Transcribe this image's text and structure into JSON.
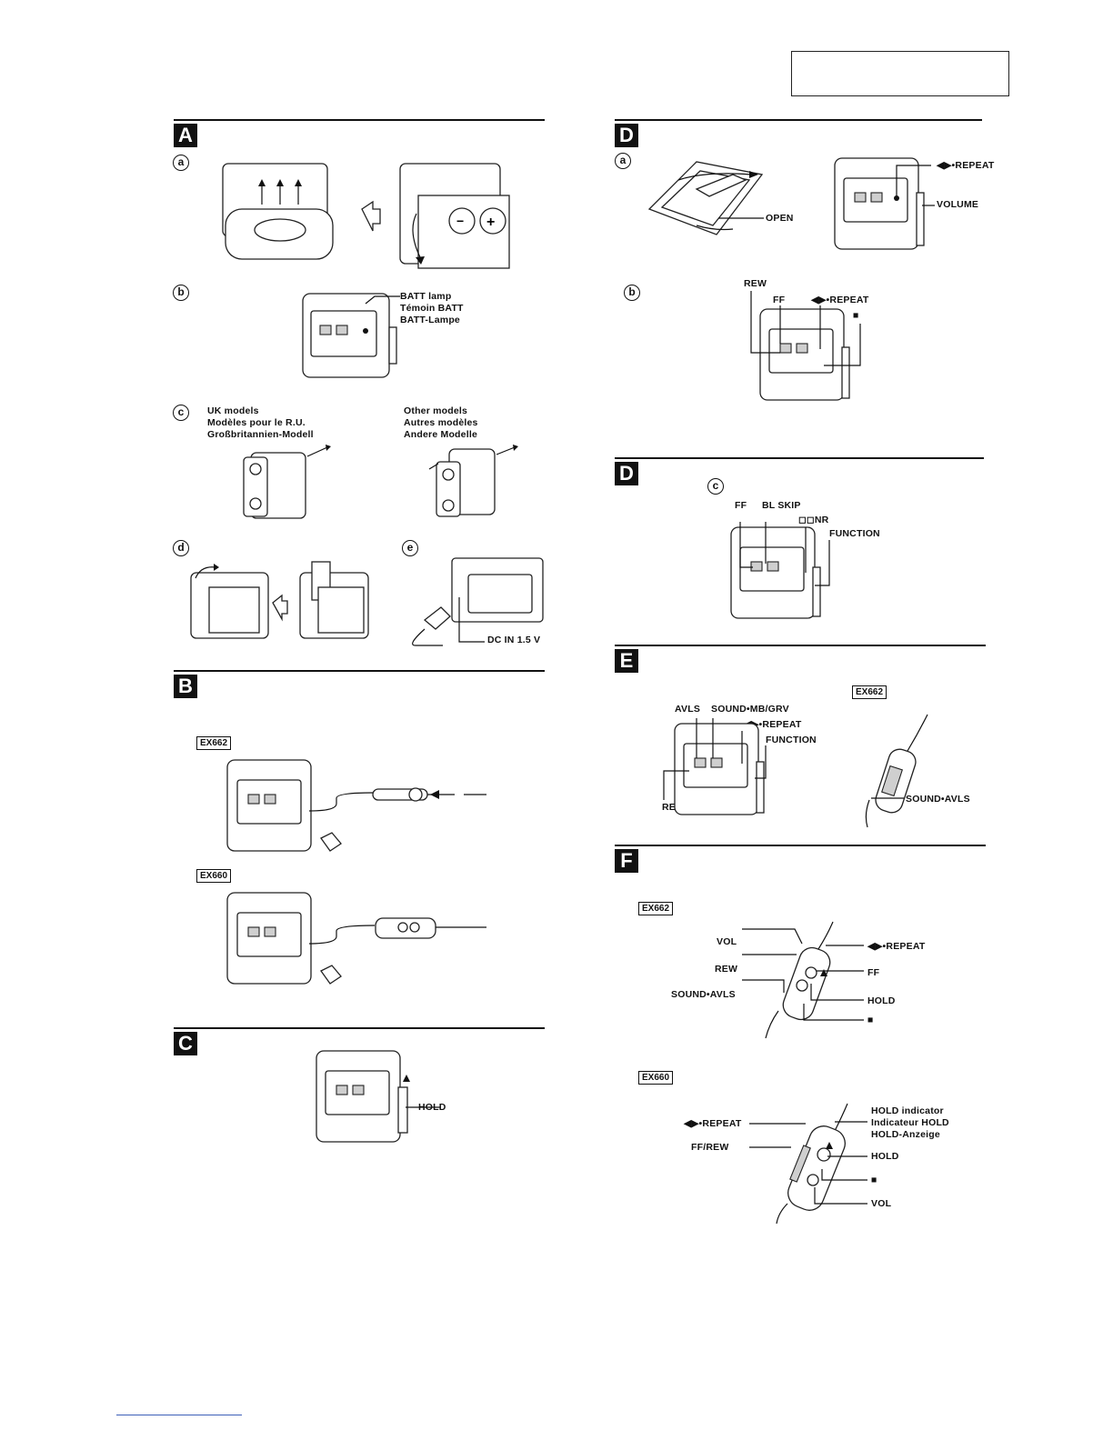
{
  "sections": {
    "a": "A",
    "b": "B",
    "c": "C",
    "d1": "D",
    "d2": "D",
    "e": "E",
    "f": "F"
  },
  "subs": {
    "a": "a",
    "b": "b",
    "c": "c",
    "d": "d",
    "e": "e",
    "da": "a",
    "db": "b",
    "dc": "c"
  },
  "labels": {
    "batt": [
      "BATT lamp",
      "Témoin BATT",
      "BATT-Lampe"
    ],
    "uk": [
      "UK models",
      "Modèles pour le R.U.",
      "Großbritannien-Modell"
    ],
    "other": [
      "Other models",
      "Autres modèles",
      "Andere Modelle"
    ],
    "dcin": "DC IN 1.5 V",
    "hold": "HOLD",
    "open": "OPEN",
    "repeat": "◀▶•REPEAT",
    "volume": "VOLUME",
    "rew": "REW",
    "ff": "FF",
    "stop": "■",
    "blskip": "BL SKIP",
    "dnr": "◻◻NR",
    "function": "FUNCTION",
    "avls": "AVLS",
    "soundmb": "SOUND•MB/GRV",
    "soundavls": "SOUND•AVLS",
    "vol": "VOL",
    "ffrew": "FF/REW",
    "holdind": [
      "HOLD indicator",
      "Indicateur HOLD",
      "HOLD-Anzeige"
    ]
  },
  "models": {
    "ex662": "EX662",
    "ex660": "EX660"
  }
}
